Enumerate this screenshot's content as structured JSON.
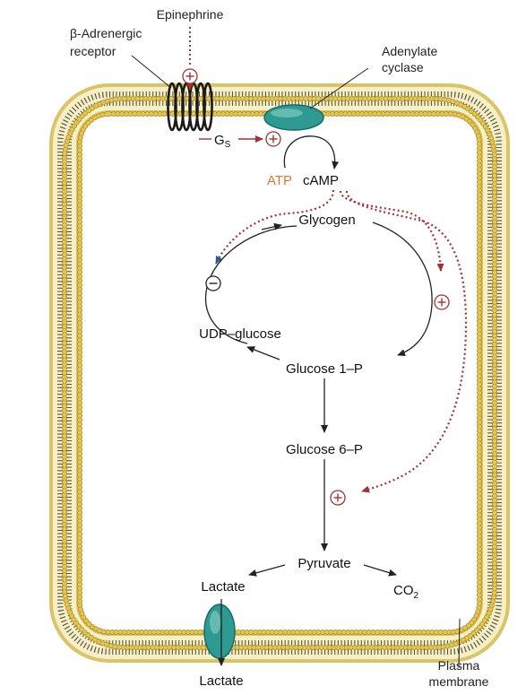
{
  "colors": {
    "membrane_head": "#e2c655",
    "membrane_head_stroke": "#b08f1f",
    "membrane_fill": "#f7f0c6",
    "membrane_tail": "#5a5548",
    "protein": "#2f9a92",
    "protein_dark": "#156c68",
    "activate_red": "#a33232",
    "inhibit_blue": "#2f5aa0",
    "atp_orange": "#d9772a"
  },
  "icons": {
    "plus": "+",
    "minus": "−"
  },
  "labels": {
    "epinephrine": "Epinephrine",
    "receptor_line1": "β-Adrenergic",
    "receptor_line2": "receptor",
    "adenylate_line1": "Adenylate",
    "adenylate_line2": "cyclase",
    "gs_main": "G",
    "gs_sub": "S",
    "atp": "ATP",
    "camp": "cAMP",
    "glycogen": "Glycogen",
    "udp_glucose": "UDP–glucose",
    "glucose_1p": "Glucose 1–P",
    "glucose_6p": "Glucose 6–P",
    "pyruvate": "Pyruvate",
    "lactate_inside": "Lactate",
    "co2_main": "CO",
    "co2_sub": "2",
    "lactate_outside": "Lactate",
    "plasma_line1": "Plasma",
    "plasma_line2": "membrane"
  }
}
